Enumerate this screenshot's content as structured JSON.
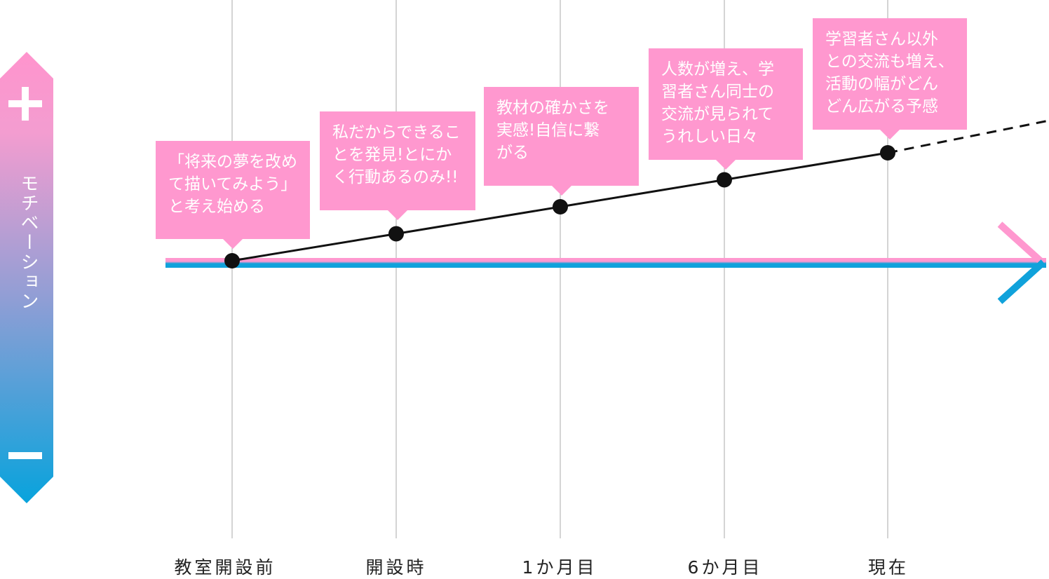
{
  "axis": {
    "vertical_label": "モチベーション",
    "plus_symbol": "+",
    "minus_symbol": "−"
  },
  "stages": [
    {
      "label": "教室開設前",
      "note": "「将来の夢を改めて描いてみよう」と考え始める",
      "note_lines": "「将来の夢を改め\nて描いてみよう」\nと考え始める",
      "motivation_level": 1
    },
    {
      "label": "開設時",
      "note": "私だからできることを発見!とにかく行動あるのみ!!",
      "note_lines": "私だからできるこ\nとを発見!とにか\nく行動あるのみ!!",
      "motivation_level": 2
    },
    {
      "label": "1か月目",
      "note": "教材の確かさを実感!自信に繋がる",
      "note_lines": "教材の確かさを\n実感!自信に繋\nがる",
      "motivation_level": 3
    },
    {
      "label": "6か月目",
      "note": "人数が増え、学習者さん同士の交流が見られてうれしい日々",
      "note_lines": "人数が増え、学\n習者さん同士の\n交流が見られて\nうれしい日々",
      "motivation_level": 4
    },
    {
      "label": "現在",
      "note": "学習者さん以外との交流も増え、活動の幅がどんどん広がる予感",
      "note_lines": "学習者さん以外\nとの交流も増え、\n活動の幅がどん\nどん広がる予感",
      "motivation_level": 5
    }
  ],
  "colors": {
    "pink": "#ff98cf",
    "blue": "#10a2db",
    "line": "#111111",
    "grid": "#aaaaaa"
  }
}
